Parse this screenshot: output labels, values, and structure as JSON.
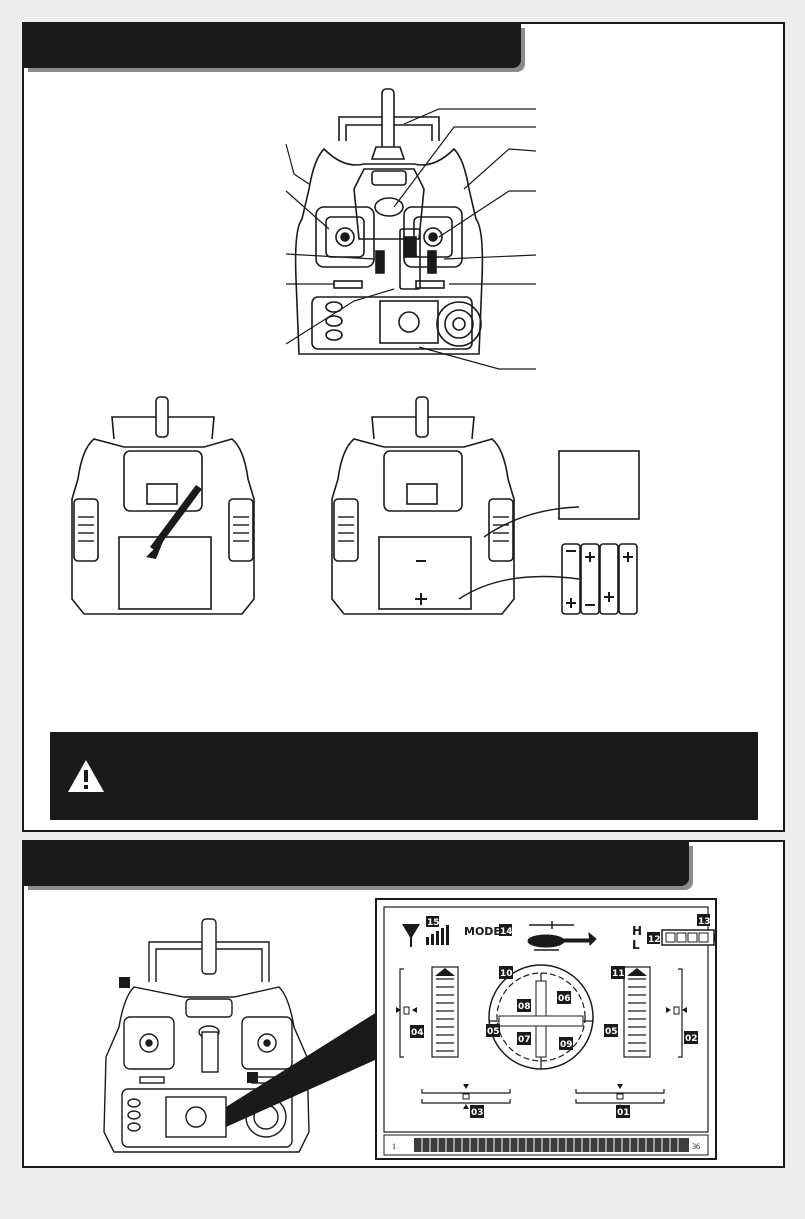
{
  "lcd": {
    "mode_label": "MODE1",
    "high_label": "H",
    "low_label": "L",
    "scale_start": "1",
    "scale_end": "36",
    "callouts": [
      "01",
      "02",
      "03",
      "04",
      "05",
      "05",
      "06",
      "07",
      "08",
      "09",
      "10",
      "11",
      "12",
      "13",
      "14",
      "15"
    ]
  },
  "colors": {
    "ink": "#1a1a1a",
    "panel": "#ffffff",
    "page": "#ededed",
    "shadow": "#8c8c8c"
  }
}
